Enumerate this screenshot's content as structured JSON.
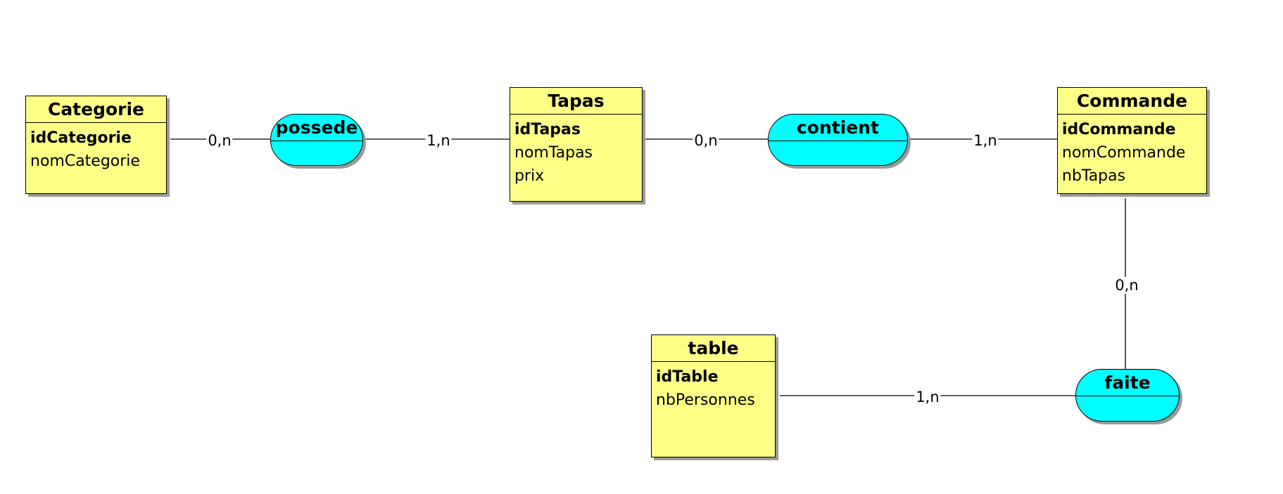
{
  "entities": [
    {
      "id": "categorie",
      "name": "Categorie",
      "key": "idCategorie",
      "attributes": [
        "nomCategorie"
      ]
    },
    {
      "id": "tapas",
      "name": "Tapas",
      "key": "idTapas",
      "attributes": [
        "nomTapas",
        "prix"
      ]
    },
    {
      "id": "commande",
      "name": "Commande",
      "key": "idCommande",
      "attributes": [
        "nomCommande",
        "nbTapas"
      ]
    },
    {
      "id": "table",
      "name": "table",
      "key": "idTable",
      "attributes": [
        "nbPersonnes"
      ]
    }
  ],
  "associations": [
    {
      "id": "possede",
      "name": "possede"
    },
    {
      "id": "contient",
      "name": "contient"
    },
    {
      "id": "faite",
      "name": "faite"
    }
  ],
  "links": [
    {
      "id": "categorie-possede",
      "from": "categorie",
      "to": "possede",
      "cardinality": "0,n"
    },
    {
      "id": "possede-tapas",
      "from": "possede",
      "to": "tapas",
      "cardinality": "1,n"
    },
    {
      "id": "tapas-contient",
      "from": "tapas",
      "to": "contient",
      "cardinality": "0,n"
    },
    {
      "id": "contient-commande",
      "from": "contient",
      "to": "commande",
      "cardinality": "1,n"
    },
    {
      "id": "commande-faite",
      "from": "commande",
      "to": "faite",
      "cardinality": "0,n"
    },
    {
      "id": "table-faite",
      "from": "table",
      "to": "faite",
      "cardinality": "1,n"
    }
  ],
  "colors": {
    "entity_fill": "#ffff88",
    "association_fill": "#00ffff",
    "line": "#000000"
  }
}
